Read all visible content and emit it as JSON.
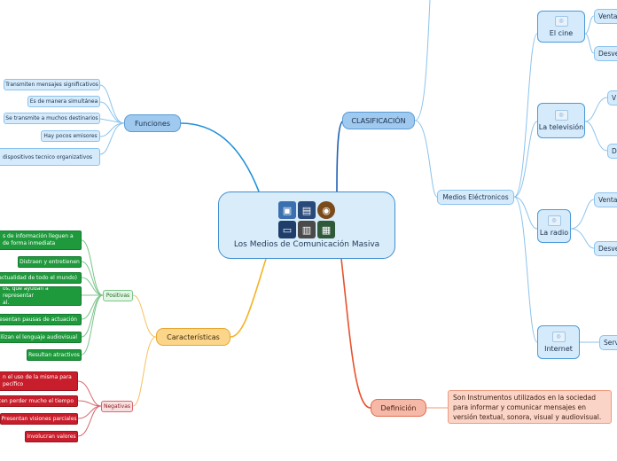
{
  "central": {
    "title": "Los Medios de Comunicación Masiva"
  },
  "funciones": {
    "label": "Funciones",
    "items": [
      "Transmiten mensajes significativos",
      "Es de manera simultánea",
      "Se transmite a muchos destinarios",
      "Hay pocos emisores",
      "dispositivos tecnico organizativos"
    ]
  },
  "caracteristicas": {
    "label": "Características",
    "positivas": {
      "label": "Positivas",
      "items": [
        "s de información lleguen a\nde forma inmediata",
        "Distraen y entretienen",
        "la actualidad de todo el mundo)",
        "os, que ayudan a representar\nal.",
        "presentan pausas de actuación",
        "utilizan el lenguaje audiovisual",
        "Resultan atractivos"
      ]
    },
    "negativas": {
      "label": "Negativas",
      "items": [
        "n el uso de la misma para\npecífico",
        "hacen perder mucho el tiempo",
        "Presentan visiones parciales",
        "Involucran valores"
      ]
    }
  },
  "clasificacion": {
    "label": "CLASIFICACIÓN",
    "medios": {
      "label": "Medios Eléctronicos",
      "items": [
        {
          "label": "El cine",
          "children": [
            "Venta",
            "Desve"
          ]
        },
        {
          "label": "La televisión",
          "children": [
            "V",
            "D"
          ]
        },
        {
          "label": "La radio",
          "children": [
            "Venta",
            "Desve"
          ]
        },
        {
          "label": "Internet",
          "children": [
            "Serv"
          ]
        }
      ]
    }
  },
  "definicion": {
    "label": "Definición",
    "text": "Son Instrumentos utilizados en la sociedad para informar y comunicar mensajes en versión textual, sonora, visual y audiovisual."
  },
  "colors": {
    "blue_branch": "#1f90d8",
    "orange_branch": "#f5b222",
    "red_branch": "#e8512c",
    "dark_blue_branch": "#1f5fb4",
    "green_leaf": "#1e9a3c",
    "red_leaf": "#c81e2b"
  },
  "icons": [
    "computer-icon",
    "monitor-icon",
    "radio-icon",
    "television-icon",
    "book-icon",
    "film-icon"
  ]
}
